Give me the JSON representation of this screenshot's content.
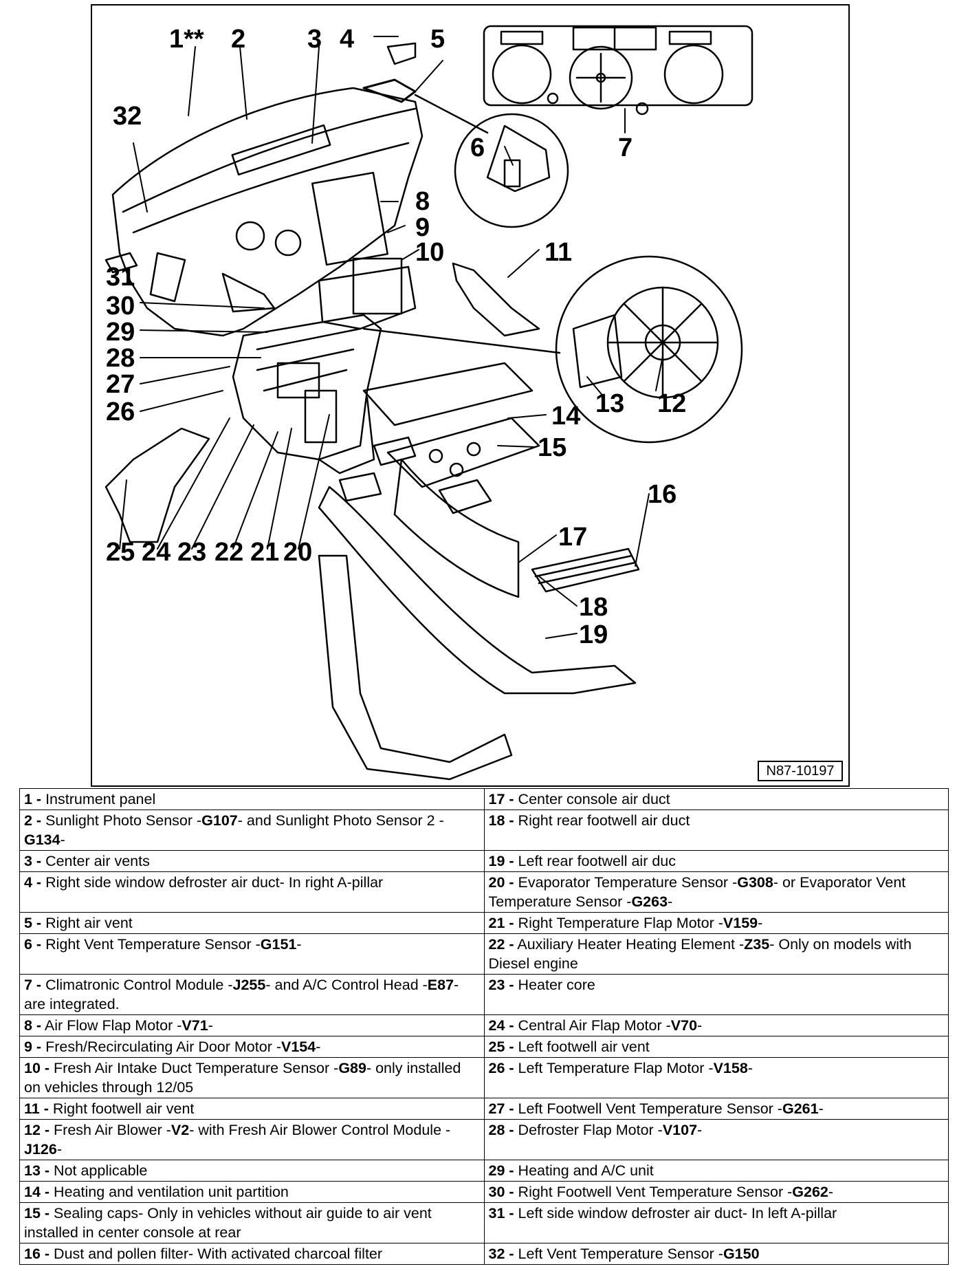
{
  "figure": {
    "code": "N87-10197",
    "callouts": [
      "1**",
      "2",
      "3",
      "4",
      "5",
      "6",
      "7",
      "8",
      "9",
      "10",
      "11",
      "12",
      "13",
      "14",
      "15",
      "16",
      "17",
      "18",
      "19",
      "20",
      "21",
      "22",
      "23",
      "24",
      "25",
      "26",
      "27",
      "28",
      "29",
      "30",
      "31",
      "32"
    ]
  },
  "legend": [
    {
      "left": {
        "num": "1 -",
        "pre": "Instrument panel",
        "code": "",
        "post": "",
        "code2": "",
        "post2": ""
      },
      "right": {
        "num": "17 -",
        "pre": "Center console air duct",
        "code": "",
        "post": "",
        "code2": "",
        "post2": ""
      }
    },
    {
      "left": {
        "num": "2 -",
        "pre": "Sunlight Photo Sensor -",
        "code": "G107",
        "post": "- and Sunlight Photo Sensor 2 -",
        "code2": "G134",
        "post2": "-"
      },
      "right": {
        "num": "18 -",
        "pre": "Right rear footwell air duct",
        "code": "",
        "post": "",
        "code2": "",
        "post2": ""
      }
    },
    {
      "left": {
        "num": "3 -",
        "pre": "Center air vents",
        "code": "",
        "post": "",
        "code2": "",
        "post2": ""
      },
      "right": {
        "num": "19 -",
        "pre": "Left rear footwell air duc",
        "code": "",
        "post": "",
        "code2": "",
        "post2": ""
      }
    },
    {
      "left": {
        "num": "4 -",
        "pre": "Right side window defroster air duct- In right A-pillar",
        "code": "",
        "post": "",
        "code2": "",
        "post2": ""
      },
      "right": {
        "num": "20 -",
        "pre": "Evaporator Temperature Sensor -",
        "code": "G308",
        "post": "- or Evaporator Vent Temperature Sensor -",
        "code2": "G263",
        "post2": "-"
      }
    },
    {
      "left": {
        "num": "5 -",
        "pre": "Right air vent",
        "code": "",
        "post": "",
        "code2": "",
        "post2": ""
      },
      "right": {
        "num": "21 -",
        "pre": "Right Temperature Flap Motor -",
        "code": "V159",
        "post": "-",
        "code2": "",
        "post2": ""
      }
    },
    {
      "left": {
        "num": "6 -",
        "pre": "Right Vent Temperature Sensor -",
        "code": "G151",
        "post": "-",
        "code2": "",
        "post2": ""
      },
      "right": {
        "num": "22 -",
        "pre": "Auxiliary Heater Heating Element -",
        "code": "Z35",
        "post": "- Only on models with Diesel engine",
        "code2": "",
        "post2": ""
      }
    },
    {
      "left": {
        "num": "7 -",
        "pre": "Climatronic Control Module -",
        "code": "J255",
        "post": "- and A/C Control Head -",
        "code2": "E87",
        "post2": "- are integrated."
      },
      "right": {
        "num": "23 -",
        "pre": "Heater core",
        "code": "",
        "post": "",
        "code2": "",
        "post2": ""
      }
    },
    {
      "left": {
        "num": "8 -",
        "pre": "Air Flow Flap Motor -",
        "code": "V71",
        "post": "-",
        "code2": "",
        "post2": ""
      },
      "right": {
        "num": "24 -",
        "pre": "Central Air Flap Motor -",
        "code": "V70",
        "post": "-",
        "code2": "",
        "post2": ""
      }
    },
    {
      "left": {
        "num": "9 -",
        "pre": "Fresh/Recirculating Air Door Motor -",
        "code": "V154",
        "post": "-",
        "code2": "",
        "post2": ""
      },
      "right": {
        "num": "25 -",
        "pre": "Left footwell air vent",
        "code": "",
        "post": "",
        "code2": "",
        "post2": ""
      }
    },
    {
      "left": {
        "num": "10 -",
        "pre": "Fresh Air Intake Duct Temperature Sensor -",
        "code": "G89",
        "post": "- only installed on vehicles through 12/05",
        "code2": "",
        "post2": ""
      },
      "right": {
        "num": "26 -",
        "pre": "Left Temperature Flap Motor -",
        "code": "V158",
        "post": "-",
        "code2": "",
        "post2": ""
      }
    },
    {
      "left": {
        "num": "11 -",
        "pre": "Right footwell air vent",
        "code": "",
        "post": "",
        "code2": "",
        "post2": ""
      },
      "right": {
        "num": "27 -",
        "pre": "Left Footwell Vent Temperature Sensor -",
        "code": "G261",
        "post": "-",
        "code2": "",
        "post2": ""
      }
    },
    {
      "left": {
        "num": "12 -",
        "pre": "Fresh Air Blower -",
        "code": "V2",
        "post": "- with Fresh Air Blower Control Module -",
        "code2": "J126",
        "post2": "-"
      },
      "right": {
        "num": "28 -",
        "pre": "Defroster Flap Motor -",
        "code": "V107",
        "post": "-",
        "code2": "",
        "post2": ""
      }
    },
    {
      "left": {
        "num": "13 -",
        "pre": "Not applicable",
        "code": "",
        "post": "",
        "code2": "",
        "post2": ""
      },
      "right": {
        "num": "29 -",
        "pre": "Heating and A/C unit",
        "code": "",
        "post": "",
        "code2": "",
        "post2": ""
      }
    },
    {
      "left": {
        "num": "14 -",
        "pre": "Heating and ventilation unit partition",
        "code": "",
        "post": "",
        "code2": "",
        "post2": ""
      },
      "right": {
        "num": "30 -",
        "pre": "Right Footwell Vent Temperature Sensor -",
        "code": "G262",
        "post": "-",
        "code2": "",
        "post2": ""
      }
    },
    {
      "left": {
        "num": "15 -",
        "pre": "Sealing caps- Only in vehicles without air guide to air vent installed in center console at rear",
        "code": "",
        "post": "",
        "code2": "",
        "post2": ""
      },
      "right": {
        "num": "31 -",
        "pre": "Left side window defroster air duct- In left A-pillar",
        "code": "",
        "post": "",
        "code2": "",
        "post2": ""
      }
    },
    {
      "left": {
        "num": "16 -",
        "pre": "Dust and pollen filter- With activated charcoal filter",
        "code": "",
        "post": "",
        "code2": "",
        "post2": ""
      },
      "right": {
        "num": "32 -",
        "pre": "Left Vent Temperature Sensor -",
        "code": "G150",
        "post": "",
        "code2": "",
        "post2": ""
      }
    }
  ]
}
